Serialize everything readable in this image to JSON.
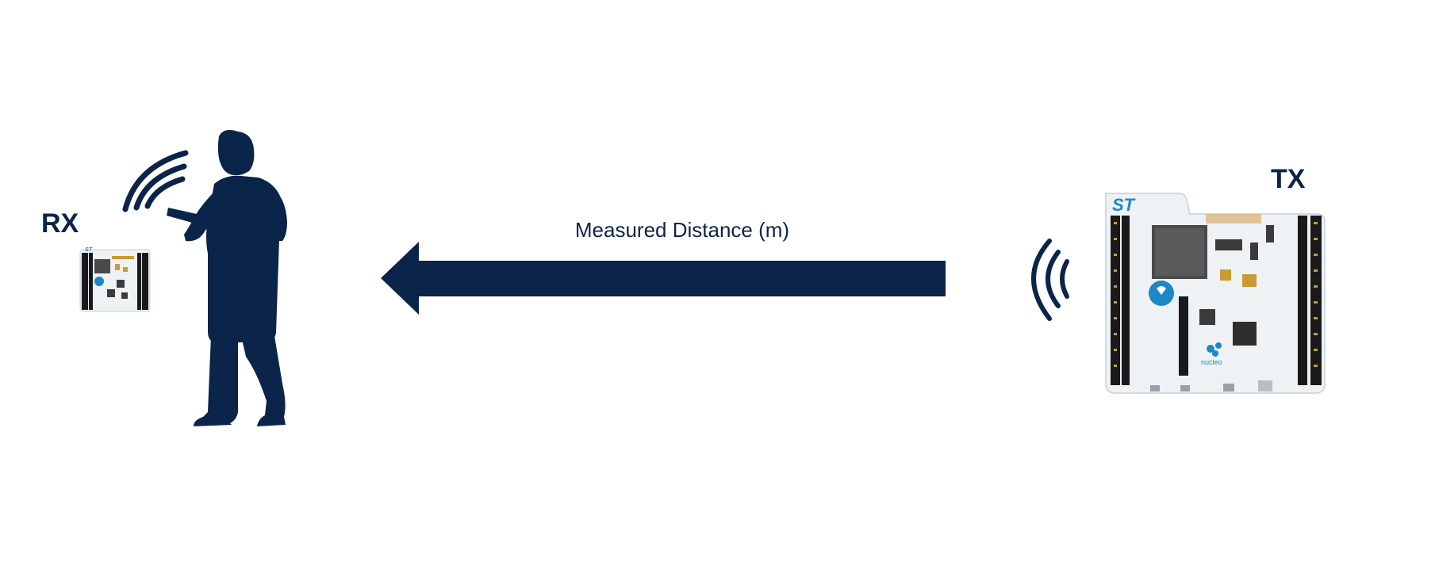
{
  "labels": {
    "rx": "RX",
    "tx": "TX",
    "distance": "Measured Distance (m)"
  },
  "board": {
    "logo": "ST",
    "brand": "nucleo"
  },
  "colors": {
    "navy": "#0b2449",
    "board_white": "#eef2f5",
    "header_black": "#1a1a1a",
    "st_blue": "#1e88c7",
    "component_dark": "#3b3b3b",
    "component_gold": "#c99b30"
  },
  "icons": {
    "person": "person-silhouette-icon",
    "rx_signal": "wireless-signal-icon",
    "tx_signal": "wireless-signal-icon",
    "arrow": "left-arrow-icon"
  }
}
